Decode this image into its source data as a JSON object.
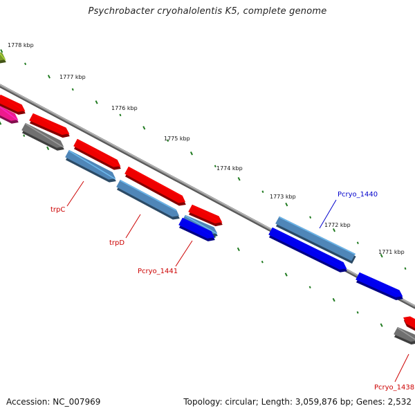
{
  "title": "Psychrobacter cryohalolentis K5, complete genome",
  "footer": {
    "accession": "Accession: NC_007969",
    "summary": "Topology: circular; Length: 3,059,876 bp; Genes: 2,532"
  },
  "colors": {
    "backbone": "#8a8a8a",
    "tick": "#1f7a1f",
    "red": "#ee0000",
    "steelblue": "#4f86b8",
    "blue": "#0000ee",
    "gray": "#707070",
    "magenta": "#ee1a8c",
    "olive": "#7a9a2a",
    "label_red": "#cc0000",
    "label_blue": "#0000cc"
  },
  "ticks": [
    "1778 kbp",
    "1777 kbp",
    "1776 kbp",
    "1775 kbp",
    "1774 kbp",
    "1773 kbp",
    "1772 kbp",
    "1771 kbp"
  ],
  "gene_labels": [
    {
      "text": "trpC",
      "color": "red"
    },
    {
      "text": "trpD",
      "color": "red"
    },
    {
      "text": "Pcryo_1441",
      "color": "red"
    },
    {
      "text": "Pcryo_1440",
      "color": "blue"
    },
    {
      "text": "Pcryo_1438",
      "color": "red"
    }
  ]
}
